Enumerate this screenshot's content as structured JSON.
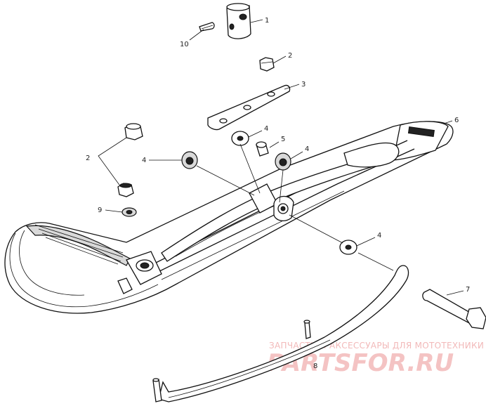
{
  "diagram": {
    "callouts": [
      {
        "id": "c1",
        "text": "1"
      },
      {
        "id": "c10",
        "text": "10"
      },
      {
        "id": "c2a",
        "text": "2"
      },
      {
        "id": "c3",
        "text": "3"
      },
      {
        "id": "c4a",
        "text": "4"
      },
      {
        "id": "c5",
        "text": "5"
      },
      {
        "id": "c4b",
        "text": "4"
      },
      {
        "id": "c6",
        "text": "6"
      },
      {
        "id": "c2b",
        "text": "2"
      },
      {
        "id": "c4c",
        "text": "4"
      },
      {
        "id": "c9",
        "text": "9"
      },
      {
        "id": "c4d",
        "text": "4"
      },
      {
        "id": "c7",
        "text": "7"
      },
      {
        "id": "c8",
        "text": "8"
      }
    ]
  },
  "watermark": {
    "tagline": "ЗАПЧАСТИ И АКСЕССУАРЫ ДЛЯ МОТОТЕХНИКИ",
    "brand": "PARTSFOR.RU",
    "color": "#f2b9b9"
  }
}
